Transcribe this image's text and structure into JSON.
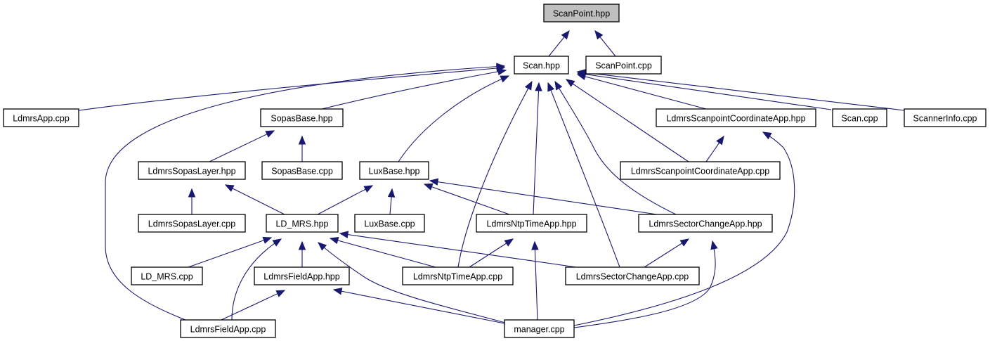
{
  "diagram": {
    "type": "include-dependency-graph",
    "focus_node": "ScanPoint.hpp",
    "colors": {
      "edge": "#191970",
      "focus_fill": "#bfbfbf",
      "node_fill": "#ffffff",
      "node_border": "#000000"
    },
    "nodes": [
      {
        "id": "scanpoint_hpp",
        "label": "ScanPoint.hpp",
        "focus": true
      },
      {
        "id": "scan_hpp",
        "label": "Scan.hpp"
      },
      {
        "id": "scanpoint_cpp",
        "label": "ScanPoint.cpp"
      },
      {
        "id": "ldmrsapp_cpp",
        "label": "LdmrsApp.cpp"
      },
      {
        "id": "sopasbase_hpp",
        "label": "SopasBase.hpp"
      },
      {
        "id": "ldmrsscanpointcoord_hpp",
        "label": "LdmrsScanpointCoordinateApp.hpp"
      },
      {
        "id": "scan_cpp",
        "label": "Scan.cpp"
      },
      {
        "id": "scannerinfo_cpp",
        "label": "ScannerInfo.cpp"
      },
      {
        "id": "ldmrssopaslayer_hpp",
        "label": "LdmrsSopasLayer.hpp"
      },
      {
        "id": "sopasbase_cpp",
        "label": "SopasBase.cpp"
      },
      {
        "id": "luxbase_hpp",
        "label": "LuxBase.hpp"
      },
      {
        "id": "ldmrsscanpointcoord_cpp",
        "label": "LdmrsScanpointCoordinateApp.cpp"
      },
      {
        "id": "ldmrssopaslayer_cpp",
        "label": "LdmrsSopasLayer.cpp"
      },
      {
        "id": "ld_mrs_hpp",
        "label": "LD_MRS.hpp"
      },
      {
        "id": "luxbase_cpp",
        "label": "LuxBase.cpp"
      },
      {
        "id": "ldmrsntptimeapp_hpp",
        "label": "LdmrsNtpTimeApp.hpp"
      },
      {
        "id": "ldmrssectorchangeapp_hpp",
        "label": "LdmrsSectorChangeApp.hpp"
      },
      {
        "id": "ld_mrs_cpp",
        "label": "LD_MRS.cpp"
      },
      {
        "id": "ldmrsfieldapp_hpp",
        "label": "LdmrsFieldApp.hpp"
      },
      {
        "id": "ldmrsntptimeapp_cpp",
        "label": "LdmrsNtpTimeApp.cpp"
      },
      {
        "id": "ldmrssectorchangeapp_cpp",
        "label": "LdmrsSectorChangeApp.cpp"
      },
      {
        "id": "ldmrsfieldapp_cpp",
        "label": "LdmrsFieldApp.cpp"
      },
      {
        "id": "manager_cpp",
        "label": "manager.cpp"
      }
    ],
    "edges": [
      {
        "from": "scan_hpp",
        "to": "scanpoint_hpp"
      },
      {
        "from": "scanpoint_cpp",
        "to": "scanpoint_hpp"
      },
      {
        "from": "ldmrsapp_cpp",
        "to": "scan_hpp"
      },
      {
        "from": "ldmrsfieldapp_cpp",
        "to": "scan_hpp"
      },
      {
        "from": "sopasbase_hpp",
        "to": "scan_hpp"
      },
      {
        "from": "luxbase_hpp",
        "to": "scan_hpp"
      },
      {
        "from": "ldmrsntptimeapp_cpp",
        "to": "scan_hpp"
      },
      {
        "from": "ldmrsntptimeapp_hpp",
        "to": "scan_hpp"
      },
      {
        "from": "ldmrssectorchangeapp_cpp",
        "to": "scan_hpp"
      },
      {
        "from": "ldmrssectorchangeapp_hpp",
        "to": "scan_hpp"
      },
      {
        "from": "ldmrsscanpointcoord_cpp",
        "to": "scan_hpp"
      },
      {
        "from": "ldmrsscanpointcoord_hpp",
        "to": "scan_hpp"
      },
      {
        "from": "scan_cpp",
        "to": "scan_hpp"
      },
      {
        "from": "scannerinfo_cpp",
        "to": "scan_hpp"
      },
      {
        "from": "ldmrssopaslayer_hpp",
        "to": "sopasbase_hpp"
      },
      {
        "from": "sopasbase_cpp",
        "to": "sopasbase_hpp"
      },
      {
        "from": "ldmrsscanpointcoord_cpp",
        "to": "ldmrsscanpointcoord_hpp"
      },
      {
        "from": "manager_cpp",
        "to": "ldmrsscanpointcoord_hpp"
      },
      {
        "from": "ldmrssopaslayer_cpp",
        "to": "ldmrssopaslayer_hpp"
      },
      {
        "from": "ld_mrs_hpp",
        "to": "ldmrssopaslayer_hpp"
      },
      {
        "from": "ld_mrs_hpp",
        "to": "luxbase_hpp"
      },
      {
        "from": "luxbase_cpp",
        "to": "luxbase_hpp"
      },
      {
        "from": "ldmrsntptimeapp_hpp",
        "to": "luxbase_hpp"
      },
      {
        "from": "ldmrssectorchangeapp_hpp",
        "to": "luxbase_hpp"
      },
      {
        "from": "ld_mrs_cpp",
        "to": "ld_mrs_hpp"
      },
      {
        "from": "ldmrsfieldapp_cpp",
        "to": "ld_mrs_hpp"
      },
      {
        "from": "ldmrsfieldapp_hpp",
        "to": "ld_mrs_hpp"
      },
      {
        "from": "manager_cpp",
        "to": "ld_mrs_hpp"
      },
      {
        "from": "ldmrsntptimeapp_cpp",
        "to": "ld_mrs_hpp"
      },
      {
        "from": "ldmrssectorchangeapp_cpp",
        "to": "ld_mrs_hpp"
      },
      {
        "from": "ldmrsntptimeapp_cpp",
        "to": "ldmrsntptimeapp_hpp"
      },
      {
        "from": "manager_cpp",
        "to": "ldmrsntptimeapp_hpp"
      },
      {
        "from": "ldmrssectorchangeapp_cpp",
        "to": "ldmrssectorchangeapp_hpp"
      },
      {
        "from": "manager_cpp",
        "to": "ldmrssectorchangeapp_hpp"
      },
      {
        "from": "ldmrsfieldapp_cpp",
        "to": "ldmrsfieldapp_hpp"
      },
      {
        "from": "manager_cpp",
        "to": "ldmrsfieldapp_hpp"
      }
    ]
  }
}
